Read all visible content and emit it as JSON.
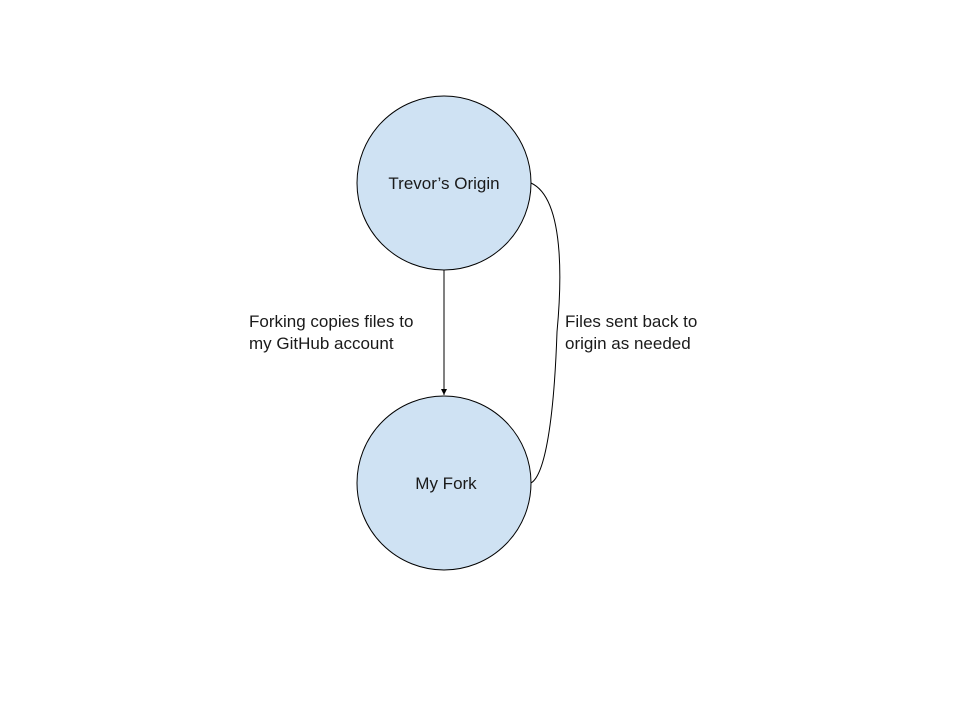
{
  "diagram": {
    "nodes": [
      {
        "id": "origin",
        "label": "Trevor’s Origin"
      },
      {
        "id": "fork",
        "label": "My Fork"
      }
    ],
    "edges": [
      {
        "from": "origin",
        "to": "fork",
        "arrow": true,
        "label_lines": [
          "Forking copies files to",
          "my GitHub account"
        ]
      },
      {
        "from": "fork",
        "to": "origin",
        "arrow": false,
        "label_lines": [
          "Files sent back to",
          "origin as needed"
        ]
      }
    ],
    "colors": {
      "node_fill": "#cfe2f3",
      "stroke": "#000000",
      "background": "#ffffff"
    }
  }
}
